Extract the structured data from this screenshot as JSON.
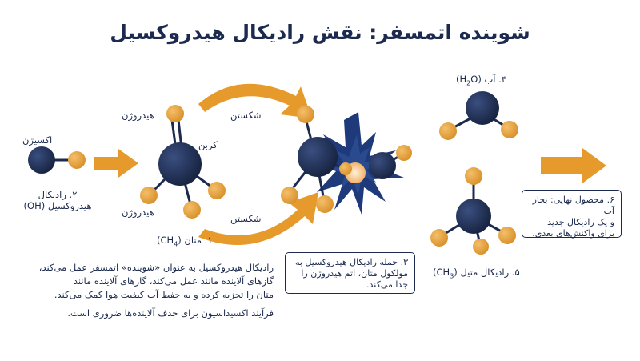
{
  "title": "شوینده اتمسفر: نقش رادیکال هیدروکسیل",
  "labels": {
    "oxygen": "اکسیژن",
    "radical_2_line1": "۲. رادیکال",
    "radical_2_line2": "هیدروکسیل (OH)",
    "hydrogen_top": "هیدروژن",
    "carbon": "کربن",
    "hydrogen_bottom": "هیدروژن",
    "methane_prefix": "۱. متان (CH",
    "methane_sub": "4",
    "methane_suffix": ")",
    "break_top": "شکستن",
    "break_bottom": "شکستن",
    "water_prefix": "۴. آب (H",
    "water_sub": "2",
    "water_suffix": "O)",
    "methyl_prefix": "۵. رادیکال متیل (CH",
    "methyl_sub": "3",
    "methyl_suffix": ")"
  },
  "attack_box": {
    "line1": "۳. حمله رادیکال هیدروکسیل به",
    "line2": "مولکول متان، اتم هیدروژن را",
    "line3": "جدا می‌کند."
  },
  "final_box": {
    "line1": "۶. محصول نهایی: بخار آب",
    "line2": "و یک رادیکال جدید",
    "line3": "برای واکنش‌های بعدی."
  },
  "description": {
    "line1": "رادیکال هیدروکسیل به عنوان «شوینده» اتمسفر عمل می‌کند،",
    "line2": "گازهای آلاینده مانند عمل می‌کند، گازهای آلاینده مانند",
    "line3": "متان را تجزیه کرده و به حفظ آب کیفیت هوا کمک می‌کند.",
    "line4": "فرآیند اکسیداسیون برای حذف آلاینده‌ها ضروری است."
  },
  "colors": {
    "navy": "#1b2a4e",
    "orange": "#e9a23b",
    "bond": "#1b2a4e",
    "burst": "#1e3a7a",
    "flash": "#f7c98a"
  }
}
